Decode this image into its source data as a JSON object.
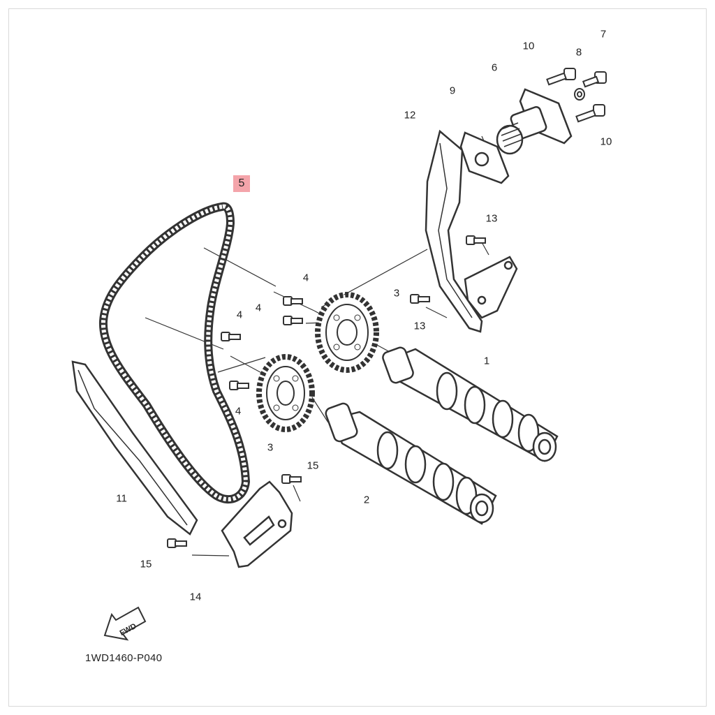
{
  "labels": {
    "p1": "1",
    "p2": "2",
    "p3a": "3",
    "p3b": "3",
    "p4a": "4",
    "p4b": "4",
    "p4c": "4",
    "p4d": "4",
    "p5": "5",
    "p6": "6",
    "p7": "7",
    "p8": "8",
    "p9": "9",
    "p10a": "10",
    "p10b": "10",
    "p11": "11",
    "p12": "12",
    "p13a": "13",
    "p13b": "13",
    "p14": "14",
    "p15a": "15",
    "p15b": "15"
  },
  "highlight_color": "#f4a4aa",
  "fwd_arrow_text": "FWD",
  "diagram_code": "1WD1460-P040"
}
